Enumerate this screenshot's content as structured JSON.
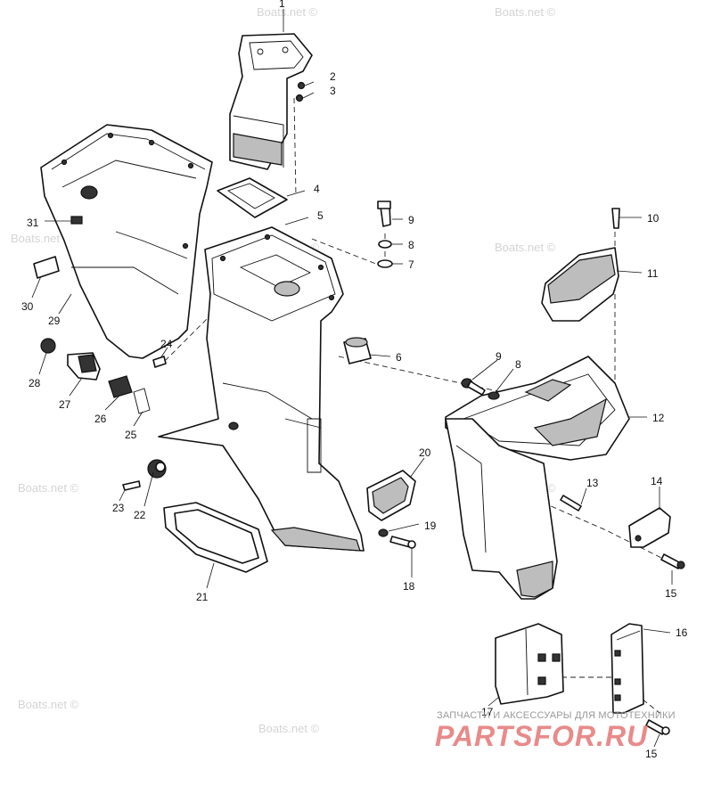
{
  "watermark": "Boats.net ©",
  "callouts": {
    "p1": "1",
    "p2": "2",
    "p3": "3",
    "p4": "4",
    "p5": "5",
    "p6": "6",
    "p7": "7",
    "p8a": "8",
    "p8b": "8",
    "p9a": "9",
    "p9b": "9",
    "p10": "10",
    "p11": "11",
    "p12": "12",
    "p13": "13",
    "p14": "14",
    "p15a": "15",
    "p15b": "15",
    "p16": "16",
    "p17": "17",
    "p18": "18",
    "p19": "19",
    "p20": "20",
    "p21": "21",
    "p22": "22",
    "p23": "23",
    "p24": "24",
    "p25": "25",
    "p26": "26",
    "p27": "27",
    "p28": "28",
    "p29": "29",
    "p30": "30",
    "p31": "31"
  },
  "footer": {
    "tagline": "ЗАПЧАСТИ И АКСЕССУАРЫ ДЛЯ МОТОТЕХНИКИ",
    "logo": "PARTSFOR.RU"
  }
}
